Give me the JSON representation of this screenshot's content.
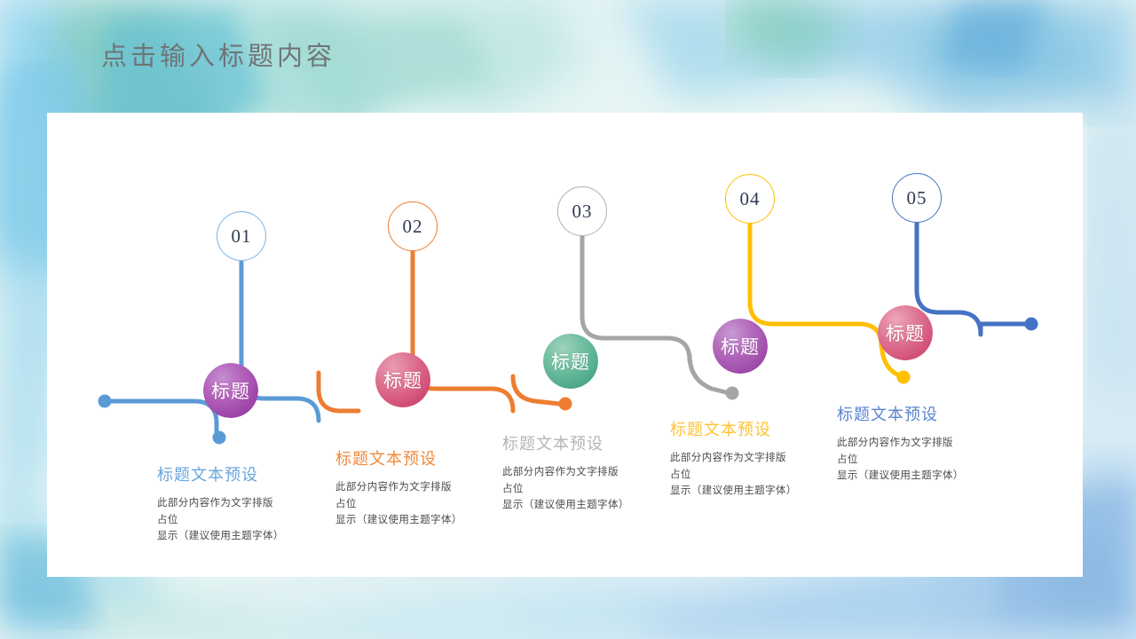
{
  "page": {
    "title": "点击输入标题内容",
    "title_color": "#6e7577",
    "card_bg": "#ffffff",
    "background_colors": [
      "#cfeaf3",
      "#a9d8ec",
      "#bfe6dd",
      "#8fd0e8",
      "#d9f0e6"
    ]
  },
  "nodes": [
    {
      "number": "01",
      "badge_label": "标题",
      "heading": "标题文本预设",
      "body_lines": [
        "此部分内容作为文字排版",
        "占位",
        "显示（建议使用主题字体）"
      ],
      "line_color": "#5b9bd5",
      "badge_color": "#a04fa8",
      "badge_color_2": "#c58ed0",
      "number_ring_color": "#7fb3e0"
    },
    {
      "number": "02",
      "badge_label": "标题",
      "heading": "标题文本预设",
      "body_lines": [
        "此部分内容作为文字排版",
        "占位",
        "显示（建议使用主题字体）"
      ],
      "line_color": "#ed7d31",
      "badge_color": "#d4496f",
      "badge_color_2": "#e48aa4",
      "number_ring_color": "#ed7d31"
    },
    {
      "number": "03",
      "badge_label": "标题",
      "heading": "标题文本预设",
      "body_lines": [
        "此部分内容作为文字排版",
        "占位",
        "显示（建议使用主题字体）"
      ],
      "line_color": "#a5a5a5",
      "badge_color": "#45a684",
      "badge_color_2": "#86c8ad",
      "number_ring_color": "#b0b0b0"
    },
    {
      "number": "04",
      "badge_label": "标题",
      "heading": "标题文本预设",
      "body_lines": [
        "此部分内容作为文字排版",
        "占位",
        "显示（建议使用主题字体）"
      ],
      "line_color": "#ffc000",
      "badge_color": "#a04fa8",
      "badge_color_2": "#c58ed0",
      "number_ring_color": "#ffc000"
    },
    {
      "number": "05",
      "badge_label": "标题",
      "heading": "标题文本预设",
      "body_lines": [
        "此部分内容作为文字排版",
        "占位",
        "显示（建议使用主题字体）"
      ],
      "line_color": "#4472c4",
      "badge_color": "#d4496f",
      "badge_color_2": "#e48aa4",
      "number_ring_color": "#4472c4"
    }
  ]
}
